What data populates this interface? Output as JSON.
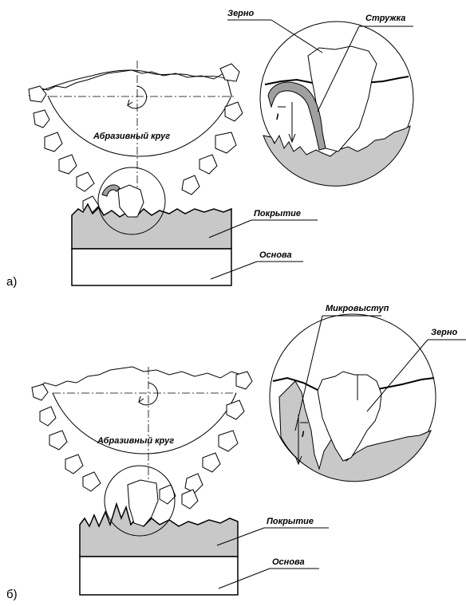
{
  "panels": [
    {
      "marker": "а)",
      "labels": {
        "wheel": "Абразивный круг",
        "grain": "Зерно",
        "chip": "Стружка",
        "coating": "Покрытие",
        "base": "Основа",
        "vector": "I"
      }
    },
    {
      "marker": "б)",
      "labels": {
        "wheel": "Абразивный круг",
        "grain": "Зерно",
        "micro": "Микровыступ",
        "coating": "Покрытие",
        "base": "Основа",
        "vector": "I"
      }
    }
  ],
  "colors": {
    "coating": "#c8c8c8",
    "line": "#000000",
    "background": "#ffffff"
  }
}
